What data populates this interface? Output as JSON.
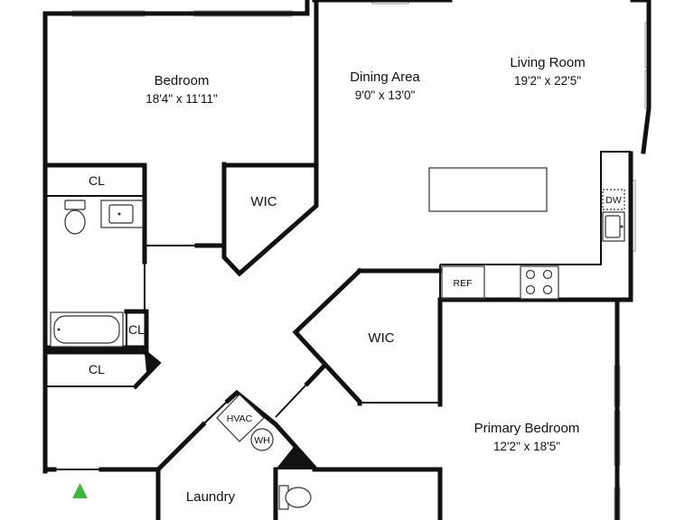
{
  "rooms": {
    "bedroom": {
      "name": "Bedroom",
      "dims": "18'4\" x 11'11\""
    },
    "dining": {
      "name": "Dining Area",
      "dims": "9'0\" x 13'0\""
    },
    "living": {
      "name": "Living Room",
      "dims": "19'2\" x 22'5\""
    },
    "primary": {
      "name": "Primary Bedroom",
      "dims": "12'2\" x 18'5\""
    },
    "laundry": {
      "name": "Laundry"
    }
  },
  "labels": {
    "wic_upper": "WIC",
    "wic_lower": "WIC",
    "cl_bedroom": "CL",
    "cl_bath": "CL",
    "cl_hall": "CL",
    "ref": "REF",
    "dw": "DW",
    "hvac": "HVAC",
    "wh": "WH"
  },
  "colors": {
    "wall": "#111111",
    "entry_marker": "#3db83d"
  }
}
